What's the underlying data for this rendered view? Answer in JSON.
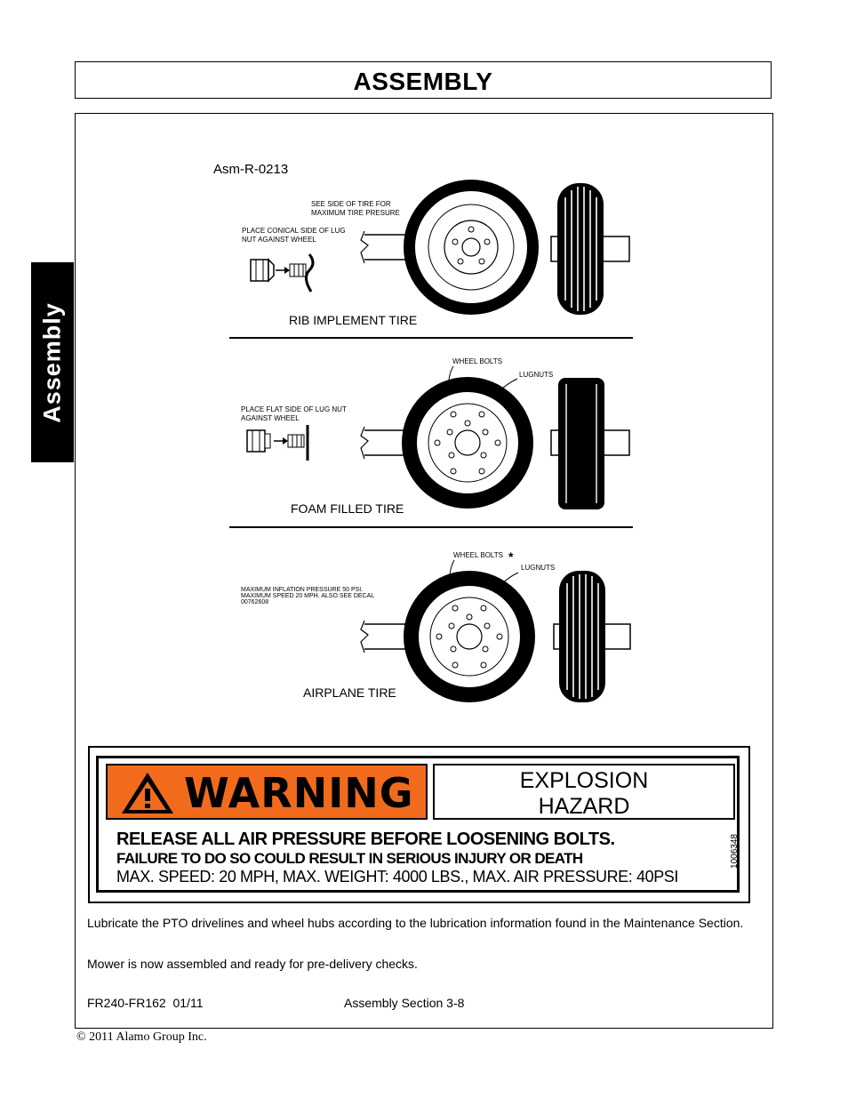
{
  "header": {
    "title": "ASSEMBLY"
  },
  "side_tab": {
    "label": "Assembly"
  },
  "figure": {
    "id": "Asm-R-0213",
    "rib": {
      "note_pressure": "SEE SIDE OF TIRE FOR MAXIMUM TIRE PRESURE",
      "note_lug": "PLACE CONICAL SIDE OF LUG NUT AGAINST WHEEL",
      "caption": "RIB IMPLEMENT TIRE"
    },
    "foam": {
      "wheel_bolts": "WHEEL BOLTS",
      "lugnuts": "LUGNUTS",
      "note_lug": "PLACE FLAT SIDE OF LUG NUT AGAINST WHEEL",
      "caption": "FOAM FILLED TIRE"
    },
    "airplane": {
      "wheel_bolts": "WHEEL BOLTS",
      "asterisk": "*",
      "lugnuts": "LUGNUTS",
      "note_max": "MAXIMUM INFLATION PRESSURE 50 PSI. MAXIMUM SPEED 20 MPH. ALSO SEE DECAL 00762608",
      "caption": "AIRPLANE TIRE"
    }
  },
  "warning": {
    "signal_word": "WARNING",
    "title": "EXPLOSION HAZARD",
    "line1": "RELEASE ALL AIR PRESSURE BEFORE LOOSENING BOLTS.",
    "line2": "FAILURE TO DO SO COULD RESULT IN SERIOUS INJURY OR DEATH",
    "line3": "MAX. SPEED: 20 MPH, MAX. WEIGHT: 4000 LBS., MAX. AIR PRESSURE: 40PSI",
    "decal_number": "1006348",
    "colors": {
      "signal_bg": "#f26b1d"
    }
  },
  "body": {
    "para1": "Lubricate the PTO drivelines and wheel hubs according to the lubrication information found in the Maintenance Section.",
    "para2": "Mower is now assembled and ready for pre-delivery checks."
  },
  "footer": {
    "model": "FR240-FR162  01/11",
    "section": "Assembly Section 3-8",
    "copyright": "© 2011 Alamo Group Inc."
  }
}
